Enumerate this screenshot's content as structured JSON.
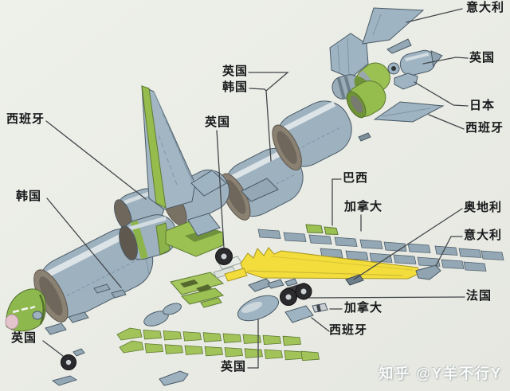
{
  "diagram": {
    "title": "aircraft-exploded-parts-country-diagram",
    "watermark": "知乎 @Y羊不行Y"
  },
  "colors": {
    "background": "#ebede7",
    "part_blue_gray": "#9db1bf",
    "part_green": "#9cc153",
    "part_yellow": "#f2dd3d",
    "face_brown": "#8b8172",
    "leader_line": "#42464a",
    "label_text": "#17191b"
  },
  "labels": [
    {
      "id": "italy-top",
      "text": "意大利"
    },
    {
      "id": "uk-top-right",
      "text": "英国"
    },
    {
      "id": "japan",
      "text": "日本"
    },
    {
      "id": "spain-top-right",
      "text": "西班牙"
    },
    {
      "id": "uk-top-center",
      "text": "英国"
    },
    {
      "id": "korea-top-center",
      "text": "韩国"
    },
    {
      "id": "uk-mid-left",
      "text": "英国"
    },
    {
      "id": "spain-left",
      "text": "西班牙"
    },
    {
      "id": "korea-left",
      "text": "韩国"
    },
    {
      "id": "brazil",
      "text": "巴西"
    },
    {
      "id": "canada-top",
      "text": "加拿大"
    },
    {
      "id": "austria",
      "text": "奥地利"
    },
    {
      "id": "italy-right",
      "text": "意大利"
    },
    {
      "id": "france",
      "text": "法国"
    },
    {
      "id": "canada-bottom",
      "text": "加拿大"
    },
    {
      "id": "spain-bottom",
      "text": "西班牙"
    },
    {
      "id": "uk-bottom-center",
      "text": "英国"
    },
    {
      "id": "uk-bottom-left",
      "text": "英国"
    }
  ]
}
